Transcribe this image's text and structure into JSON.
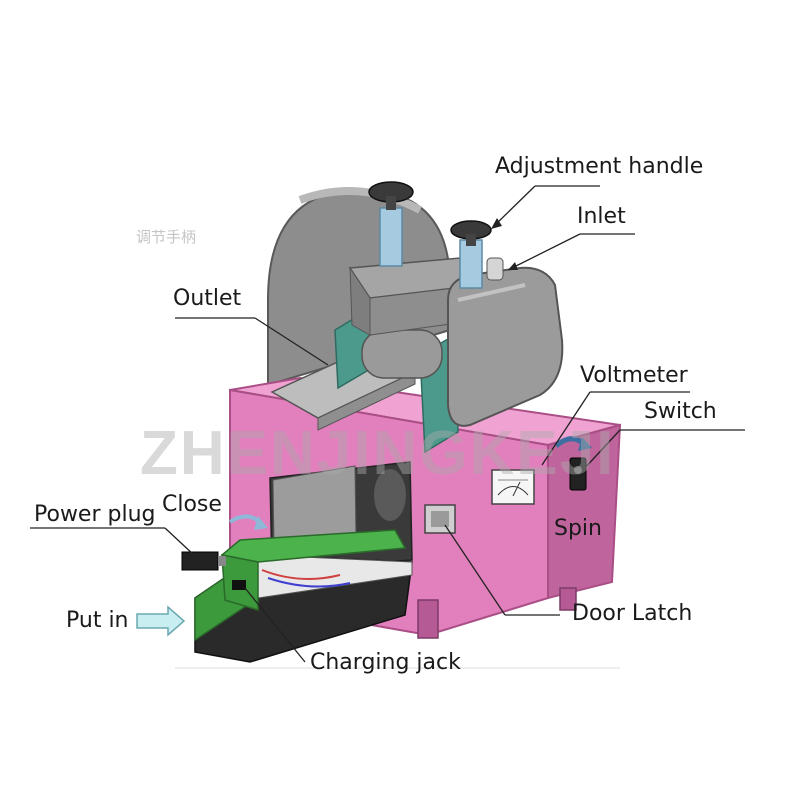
{
  "watermark": {
    "brand": "ZHENJINGKEJI",
    "cn": "调节手柄"
  },
  "labels": {
    "adjustment_handle": "Adjustment handle",
    "inlet": "Inlet",
    "outlet": "Outlet",
    "voltmeter": "Voltmeter",
    "switch": "Switch",
    "close": "Close",
    "power_plug": "Power plug",
    "spin": "Spin",
    "put_in": "Put in",
    "door_latch": "Door Latch",
    "charging_jack": "Charging jack"
  },
  "colors": {
    "cabinet": "#e27fbd",
    "cabinet_dark": "#c0649d",
    "cabinet_top": "#f0a3d2",
    "machine_gray": "#8a8a8a",
    "machine_light": "#b5b5b5",
    "knob_blue": "#a6cbe0",
    "frame_teal": "#4c9a8c",
    "battery_green": "#3c9a3c",
    "battery_black": "#2a2a2a",
    "arrow_fill": "#c9eef1",
    "leader_line": "#222222"
  },
  "icons": [
    "put-in-arrow-icon",
    "spin-arrow-icon",
    "close-rotation-icon"
  ]
}
